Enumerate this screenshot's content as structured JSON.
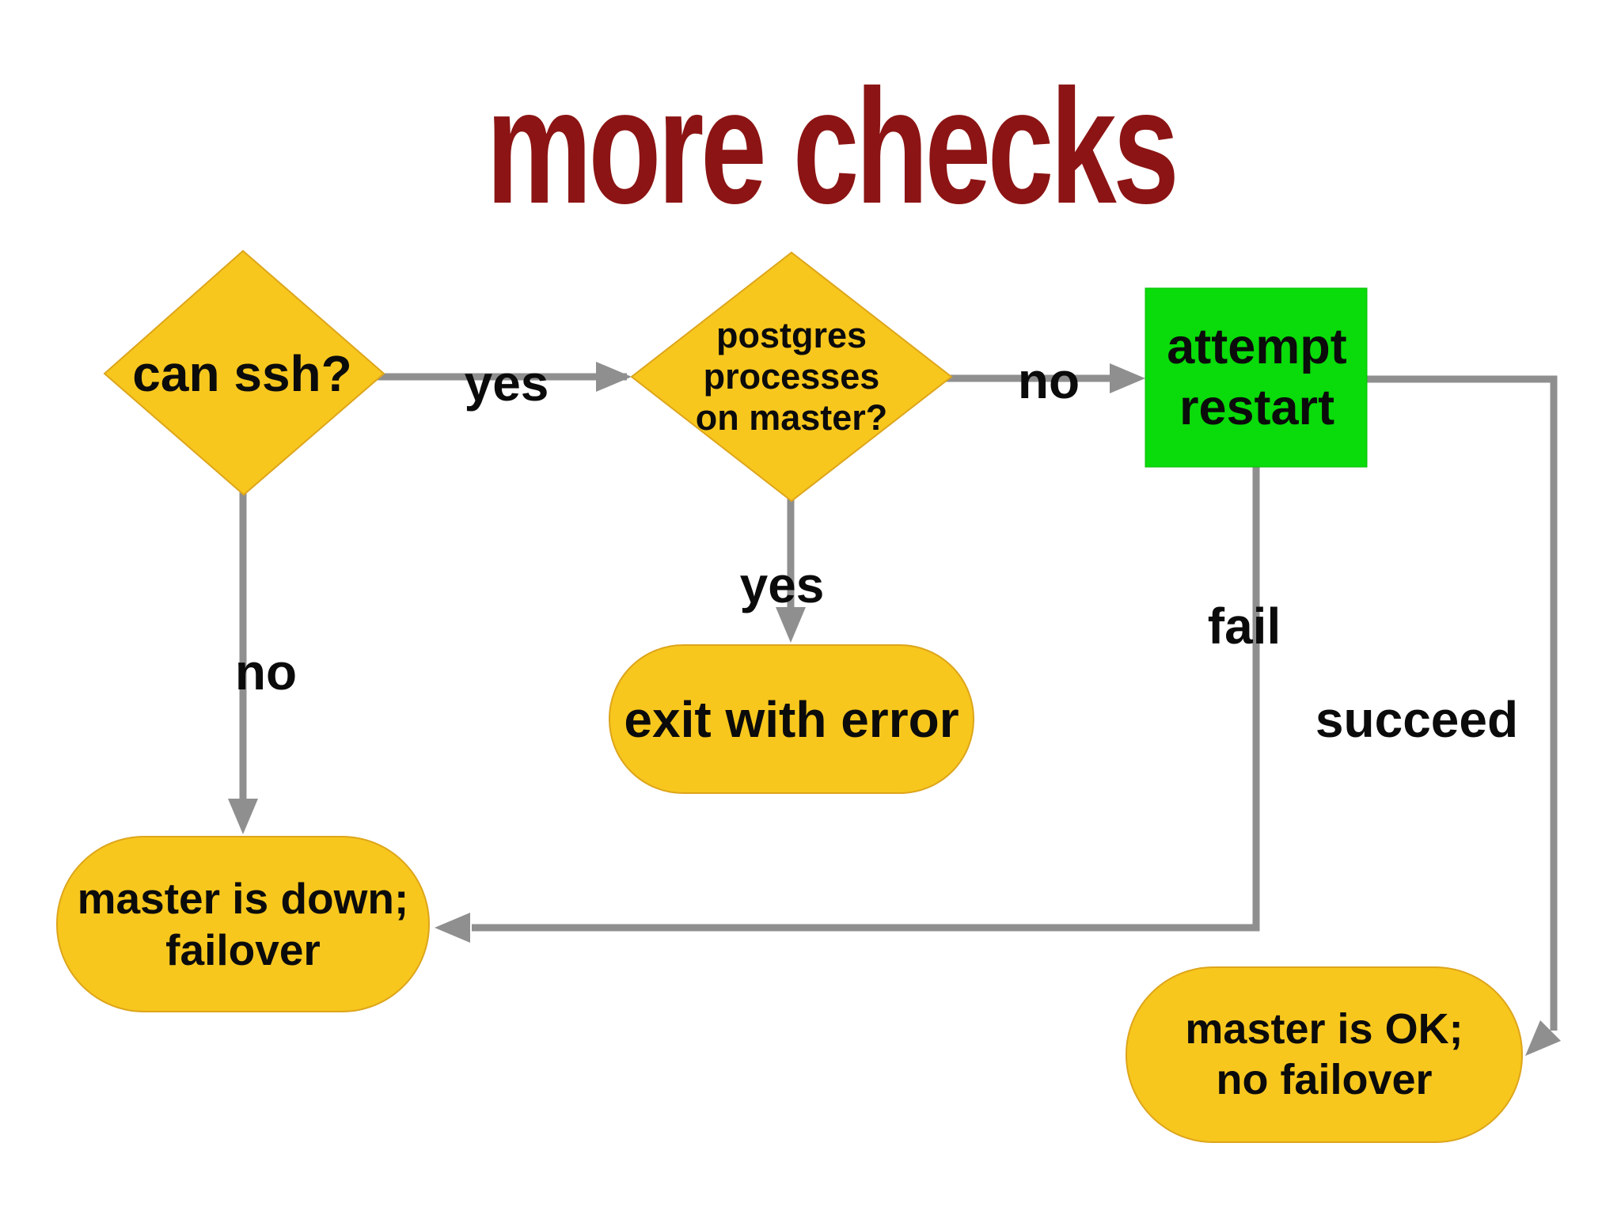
{
  "title": "more checks",
  "colors": {
    "title_red": "#8C1414",
    "node_yellow": "#F8C71E",
    "node_green": "#0ADB0A",
    "connector_gray": "#8F8F8F",
    "label_black": "#0B0B0B"
  },
  "nodes": {
    "can_ssh": {
      "type": "decision",
      "lines": [
        "can ssh?"
      ]
    },
    "postgres": {
      "type": "decision",
      "lines": [
        "postgres",
        "processes",
        "on master?"
      ]
    },
    "attempt_restart": {
      "type": "process",
      "lines": [
        "attempt",
        "restart"
      ]
    },
    "exit_error": {
      "type": "terminator",
      "lines": [
        "exit with error"
      ]
    },
    "master_down": {
      "type": "terminator",
      "lines": [
        "master is down;",
        "failover"
      ]
    },
    "master_ok": {
      "type": "terminator",
      "lines": [
        "master is OK;",
        "no failover"
      ]
    }
  },
  "edges": {
    "ssh_yes": {
      "from": "can_ssh",
      "to": "postgres",
      "label": "yes"
    },
    "postgres_no": {
      "from": "postgres",
      "to": "attempt_restart",
      "label": "no"
    },
    "postgres_yes": {
      "from": "postgres",
      "to": "exit_error",
      "label": "yes"
    },
    "ssh_no": {
      "from": "can_ssh",
      "to": "master_down",
      "label": "no"
    },
    "restart_fail": {
      "from": "attempt_restart",
      "to": "master_down",
      "label": "fail"
    },
    "restart_succeed": {
      "from": "attempt_restart",
      "to": "master_ok",
      "label": "succeed"
    }
  }
}
